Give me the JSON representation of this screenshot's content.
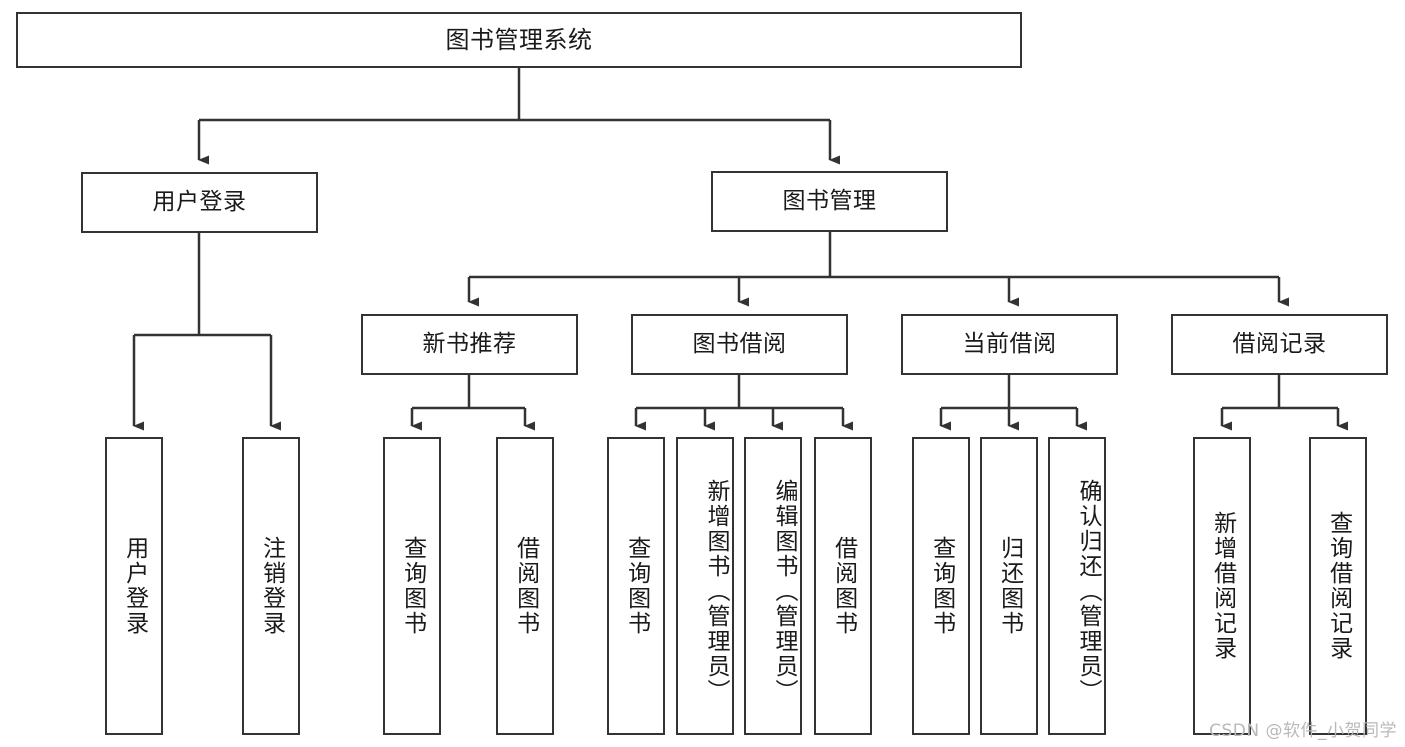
{
  "diagram": {
    "title": "图书管理系统",
    "type": "tree-hierarchy",
    "watermark": "CSDN @软件_小贺同学",
    "colors": {
      "stroke": "#333333",
      "fill": "#ffffff",
      "text": "#1a1a1a",
      "watermark": "#b9b9b9"
    },
    "root": {
      "label": "图书管理系统"
    },
    "level2": [
      {
        "label": "用户登录"
      },
      {
        "label": "图书管理"
      }
    ],
    "level3": [
      {
        "label": "新书推荐"
      },
      {
        "label": "图书借阅"
      },
      {
        "label": "当前借阅"
      },
      {
        "label": "借阅记录"
      }
    ],
    "leaves": {
      "user_login": [
        {
          "label": "用户登录"
        },
        {
          "label": "注销登录"
        }
      ],
      "new_book_recommend": [
        {
          "label": "查询图书"
        },
        {
          "label": "借阅图书"
        }
      ],
      "book_borrow": [
        {
          "label": "查询图书"
        },
        {
          "label": "新增图书（管理员）"
        },
        {
          "label": "编辑图书（管理员）"
        },
        {
          "label": "借阅图书"
        }
      ],
      "current_borrow": [
        {
          "label": "查询图书"
        },
        {
          "label": "归还图书"
        },
        {
          "label": "确认归还（管理员）"
        }
      ],
      "borrow_record": [
        {
          "label": "新增借阅记录"
        },
        {
          "label": "查询借阅记录"
        }
      ]
    }
  }
}
